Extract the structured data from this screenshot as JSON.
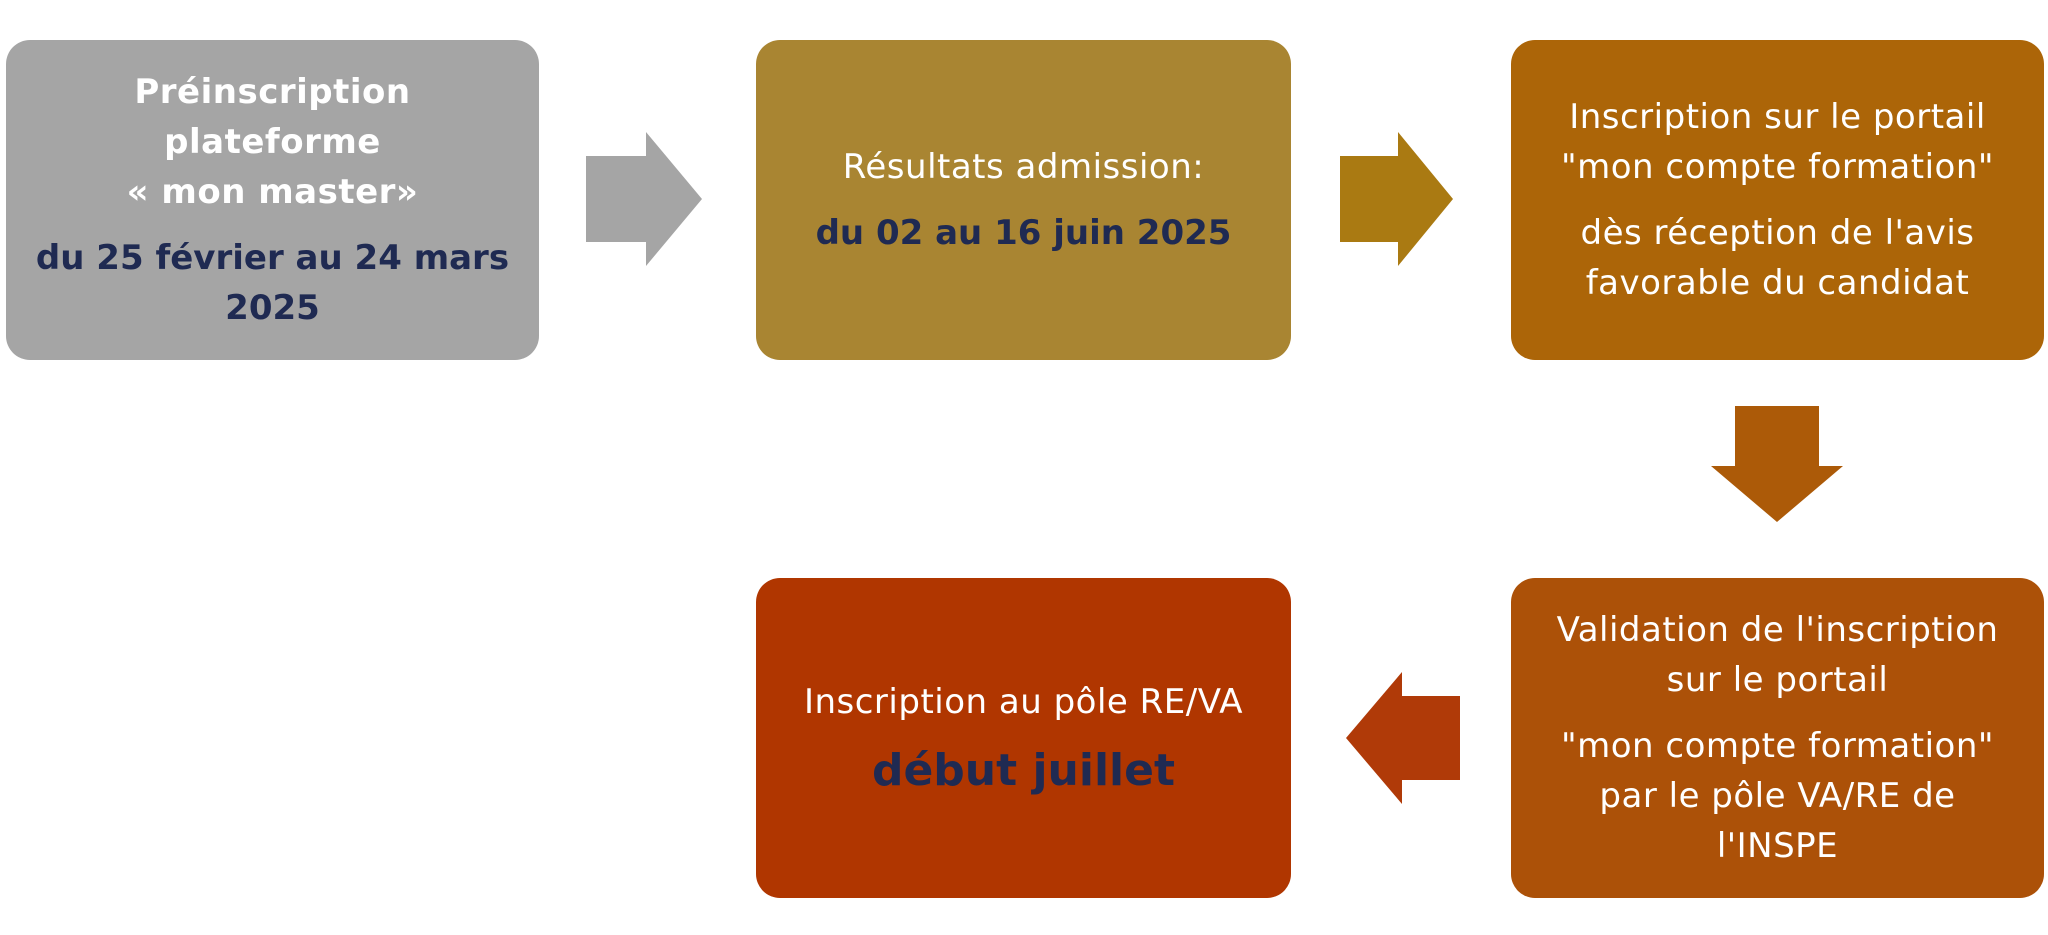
{
  "colors": {
    "step1": "#a5a5a5",
    "step2": "#a98532",
    "step3": "#ac6508",
    "step4": "#ac5108",
    "step5": "#b03600",
    "arrow1": "#a5a5a5",
    "arrow2": "#aa7a12",
    "arrow3": "#ac5a08",
    "arrow4": "#b03a08",
    "accent_text": "#1f2a52"
  },
  "steps": [
    {
      "lines": [
        "Préinscription plateforme",
        "« mon master»"
      ],
      "dark": [
        "du 25 février au 24 mars",
        "2025"
      ]
    },
    {
      "lines": [
        "Résultats admission:"
      ],
      "dark": [
        "du 02 au 16 juin 2025"
      ]
    },
    {
      "lines": [
        "Inscription sur le portail",
        "\"mon compte formation\""
      ],
      "lines2": [
        "dès réception de l'avis",
        "favorable du candidat"
      ]
    },
    {
      "lines": [
        "Validation de l'inscription",
        "sur le portail"
      ],
      "lines2": [
        "\"mon compte formation\"",
        "par le pôle VA/RE de",
        "l'INSPE"
      ]
    },
    {
      "lines": [
        "Inscription au pôle RE/VA"
      ],
      "dark": [
        "début juillet"
      ]
    }
  ]
}
